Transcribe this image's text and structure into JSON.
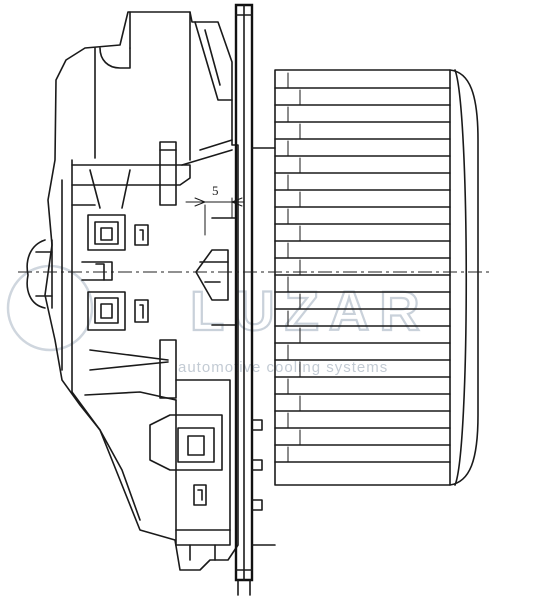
{
  "drawing": {
    "dimension_label": "5"
  },
  "watermark": {
    "logo_text": "LUZAR",
    "tagline": "automotive cooling systems"
  }
}
